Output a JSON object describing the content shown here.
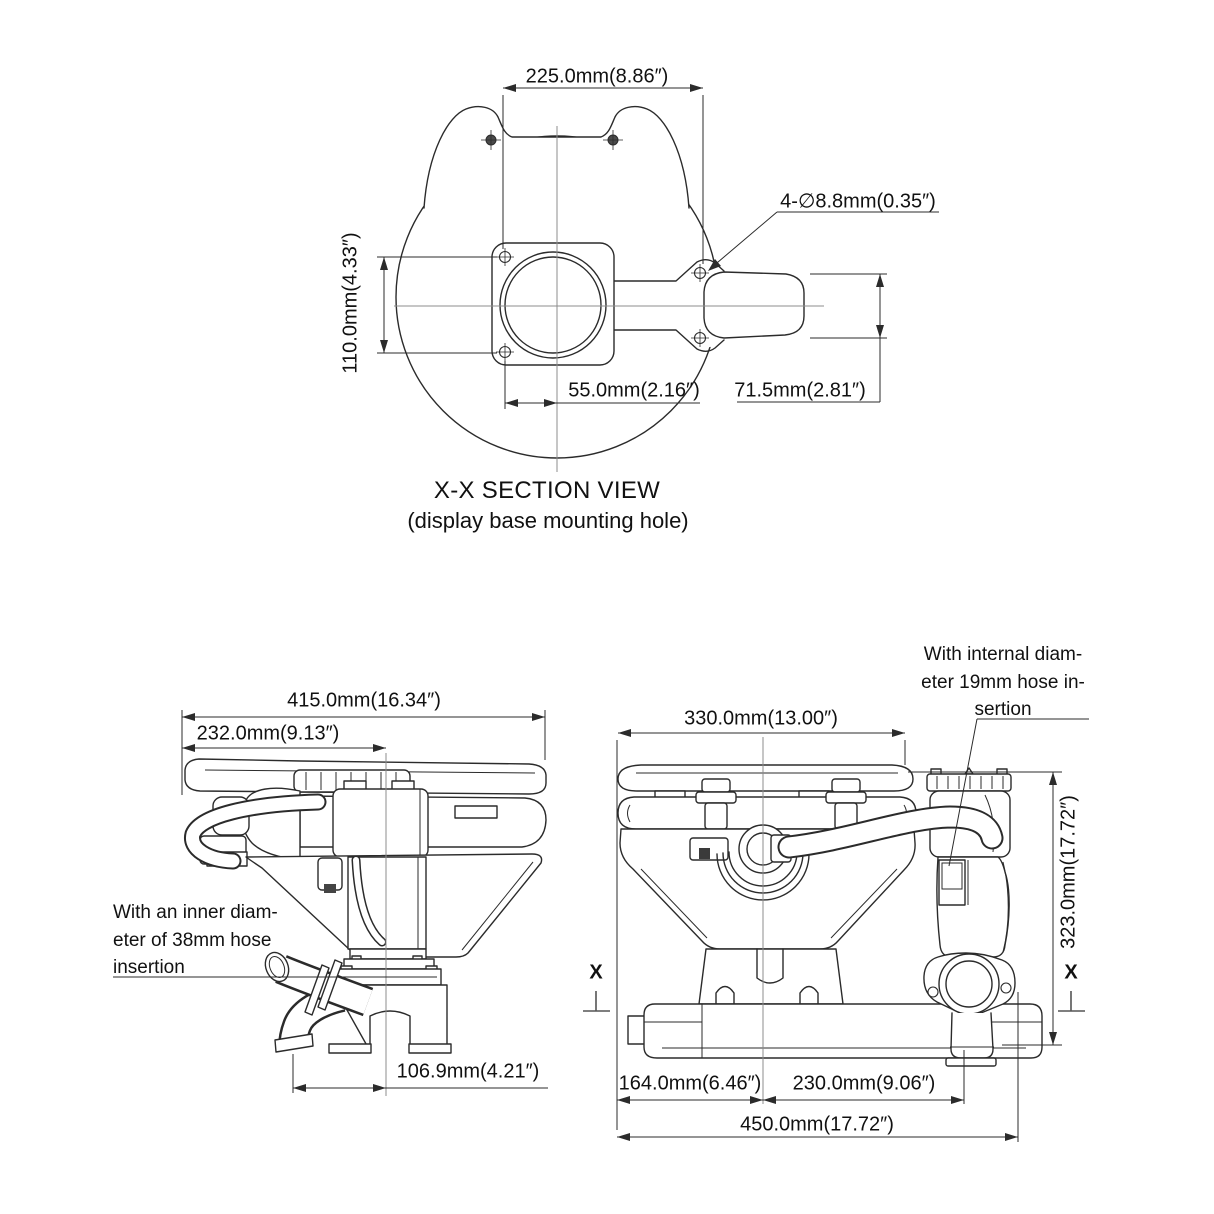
{
  "colors": {
    "background": "#ffffff",
    "line": "#2b2b2b",
    "centerline": "#8c8c8c",
    "text": "#111111"
  },
  "section_view": {
    "title": "X-X SECTION VIEW",
    "subtitle": "(display base mounting hole)",
    "dims": {
      "width_top": "225.0mm(8.86″)",
      "holes_callout": "4-∅8.8mm(0.35″)",
      "height_left": "110.0mm(4.33″)",
      "offset_bottom": "55.0mm(2.16″)",
      "outlet_width": "71.5mm(2.81″)"
    }
  },
  "side_view": {
    "dims": {
      "overall_depth": "415.0mm(16.34″)",
      "seat_depth": "232.0mm(9.13″)",
      "outlet_offset": "106.9mm(4.21″)"
    },
    "note": {
      "line1": "With an inner diam-",
      "line2": "eter of 38mm hose",
      "line3": "insertion"
    },
    "section_marker": "X"
  },
  "front_view": {
    "dims": {
      "seat_width": "330.0mm(13.00″)",
      "overall_height": "323.0mm(17.72″)",
      "left_offset": "164.0mm(6.46″)",
      "pump_offset": "230.0mm(9.06″)",
      "overall_width": "450.0mm(17.72″)"
    },
    "note": {
      "line1": "With internal diam-",
      "line2": "eter 19mm hose in-",
      "line3": "sertion"
    },
    "section_marker": "X"
  }
}
